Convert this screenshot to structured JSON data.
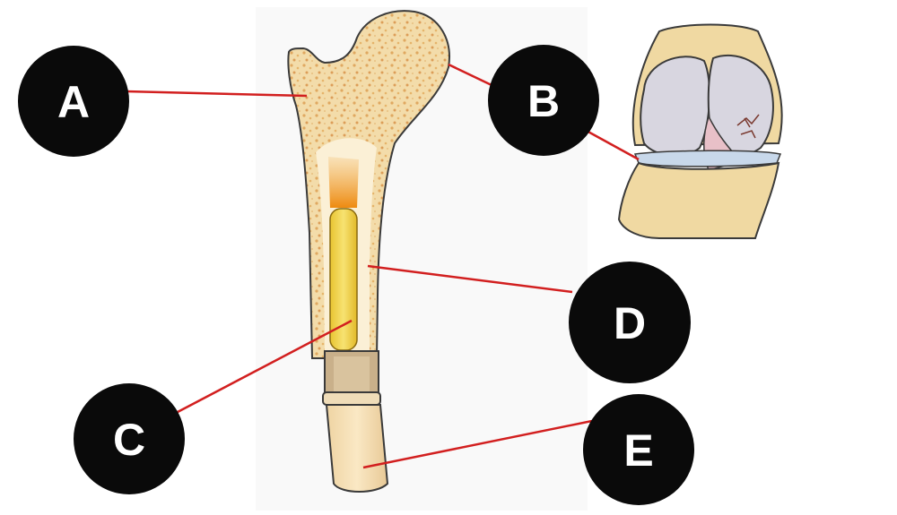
{
  "labels": {
    "a": "A",
    "b": "B",
    "c": "C",
    "d": "D",
    "e": "E"
  },
  "colors": {
    "leader_line": "#d21f1f",
    "bone_fill": "#f5ddb0",
    "bone_outline": "#3a3a3a",
    "marrow": "#f0d84a",
    "cartilage": "#d6d4dc",
    "label_circle": "#0a0a0a",
    "label_text": "#ffffff"
  },
  "icons": {
    "femur": "femur-cross-section-icon",
    "knee": "knee-joint-icon"
  }
}
